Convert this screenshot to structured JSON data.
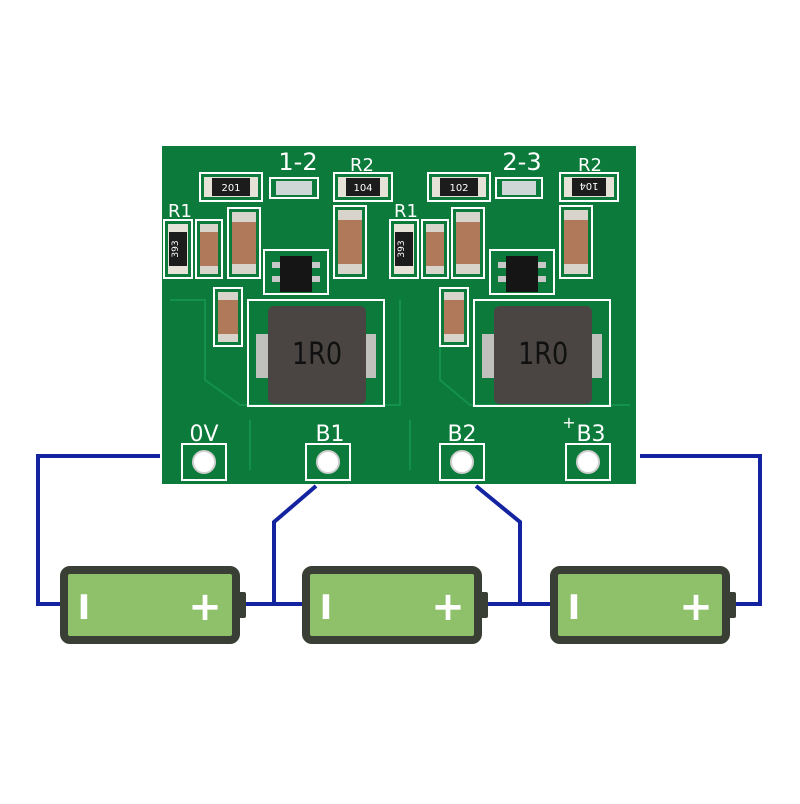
{
  "board": {
    "section_labels": [
      "1-2",
      "2-3"
    ],
    "r1_label": "R1",
    "r2_label": "R2",
    "resistor_codes": {
      "left_r1": "393",
      "left_top": "201",
      "left_r2": "104",
      "right_r1": "393",
      "right_top": "102",
      "right_r2": "104"
    },
    "inductor_marking": "1R0",
    "pads": {
      "p0": "0V",
      "p1": "B1",
      "p2": "B2",
      "p3": "B3"
    },
    "plus_mark": "+"
  },
  "batteries": [
    {
      "minus": "I",
      "plus": "+"
    },
    {
      "minus": "I",
      "plus": "+"
    },
    {
      "minus": "I",
      "plus": "+"
    }
  ],
  "colors": {
    "pcb": "#0c7a3a",
    "silkscreen": "#ffffff",
    "wire": "#1424a0",
    "battery_fill": "#8fc16a",
    "battery_outline": "#3a3f36",
    "inductor": "#4a4543",
    "resistor": "#1c1c1c",
    "capacitor": "#b07a5a"
  }
}
